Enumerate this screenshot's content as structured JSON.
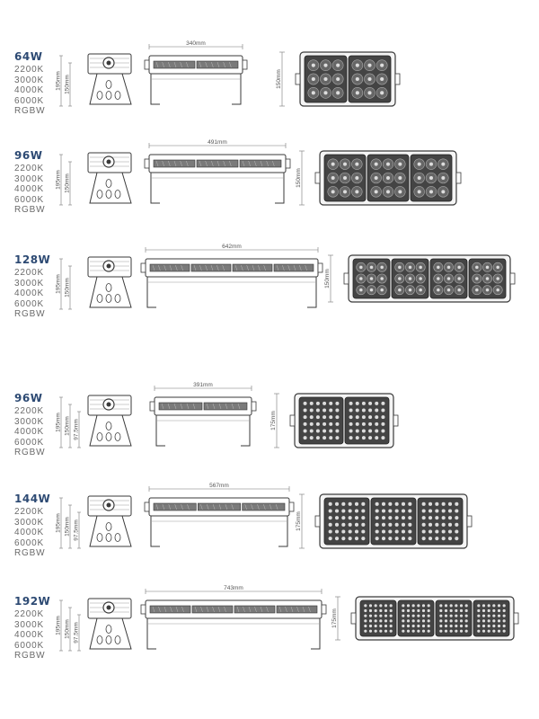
{
  "products": [
    {
      "wattage": "64W",
      "temps": [
        "2200K",
        "3000K",
        "4000K",
        "6000K",
        "RGBW"
      ],
      "heights": [
        "195mm",
        "150mm"
      ],
      "length": "340mm",
      "panel_height": "150mm",
      "modules": 2,
      "style": "lens"
    },
    {
      "wattage": "96W",
      "temps": [
        "2200K",
        "3000K",
        "4000K",
        "6000K",
        "RGBW"
      ],
      "heights": [
        "195mm",
        "150mm"
      ],
      "length": "491mm",
      "panel_height": "150mm",
      "modules": 3,
      "style": "lens"
    },
    {
      "wattage": "128W",
      "temps": [
        "2200K",
        "3000K",
        "4000K",
        "6000K",
        "RGBW"
      ],
      "heights": [
        "195mm",
        "150mm"
      ],
      "length": "642mm",
      "panel_height": "150mm",
      "modules": 4,
      "style": "lens"
    },
    {
      "wattage": "96W",
      "temps": [
        "2200K",
        "3000K",
        "4000K",
        "6000K",
        "RGBW"
      ],
      "heights": [
        "195mm",
        "150mm",
        "97.5mm"
      ],
      "length": "391mm",
      "panel_height": "175mm",
      "modules": 2,
      "style": "dots"
    },
    {
      "wattage": "144W",
      "temps": [
        "2200K",
        "3000K",
        "4000K",
        "6000K",
        "RGBW"
      ],
      "heights": [
        "195mm",
        "150mm",
        "97.5mm"
      ],
      "length": "567mm",
      "panel_height": "175mm",
      "modules": 3,
      "style": "dots"
    },
    {
      "wattage": "192W",
      "temps": [
        "2200K",
        "3000K",
        "4000K",
        "6000K",
        "RGBW"
      ],
      "heights": [
        "195mm",
        "150mm",
        "97.5mm"
      ],
      "length": "743mm",
      "panel_height": "175mm",
      "modules": 4,
      "style": "dots"
    }
  ]
}
